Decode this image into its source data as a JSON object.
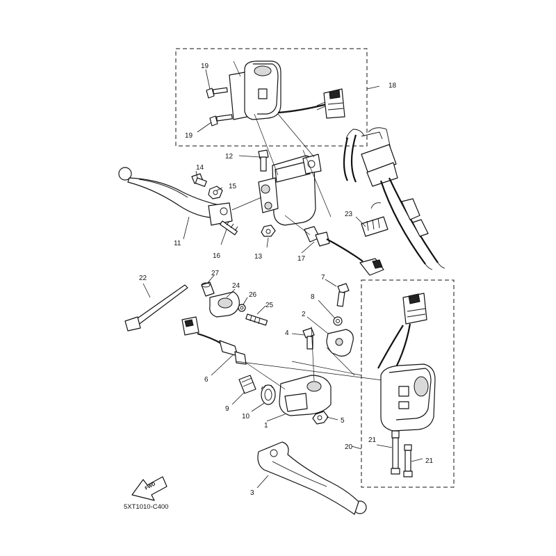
{
  "diagram_code": "5XT1010-C400",
  "fwd_label": "FWD",
  "callouts": {
    "p1": "1",
    "p2": "2",
    "p3": "3",
    "p4": "4",
    "p5": "5",
    "p6": "6",
    "p7": "7",
    "p8": "8",
    "p9": "9",
    "p10": "10",
    "p11": "11",
    "p12": "12",
    "p13": "13",
    "p14": "14",
    "p15": "15",
    "p16": "16",
    "p17": "17",
    "p18": "18",
    "p19a": "19",
    "p19b": "19",
    "p20": "20",
    "p21a": "21",
    "p21b": "21",
    "p22": "22",
    "p23": "23",
    "p24": "24",
    "p25": "25",
    "p26": "26",
    "p27": "27"
  }
}
